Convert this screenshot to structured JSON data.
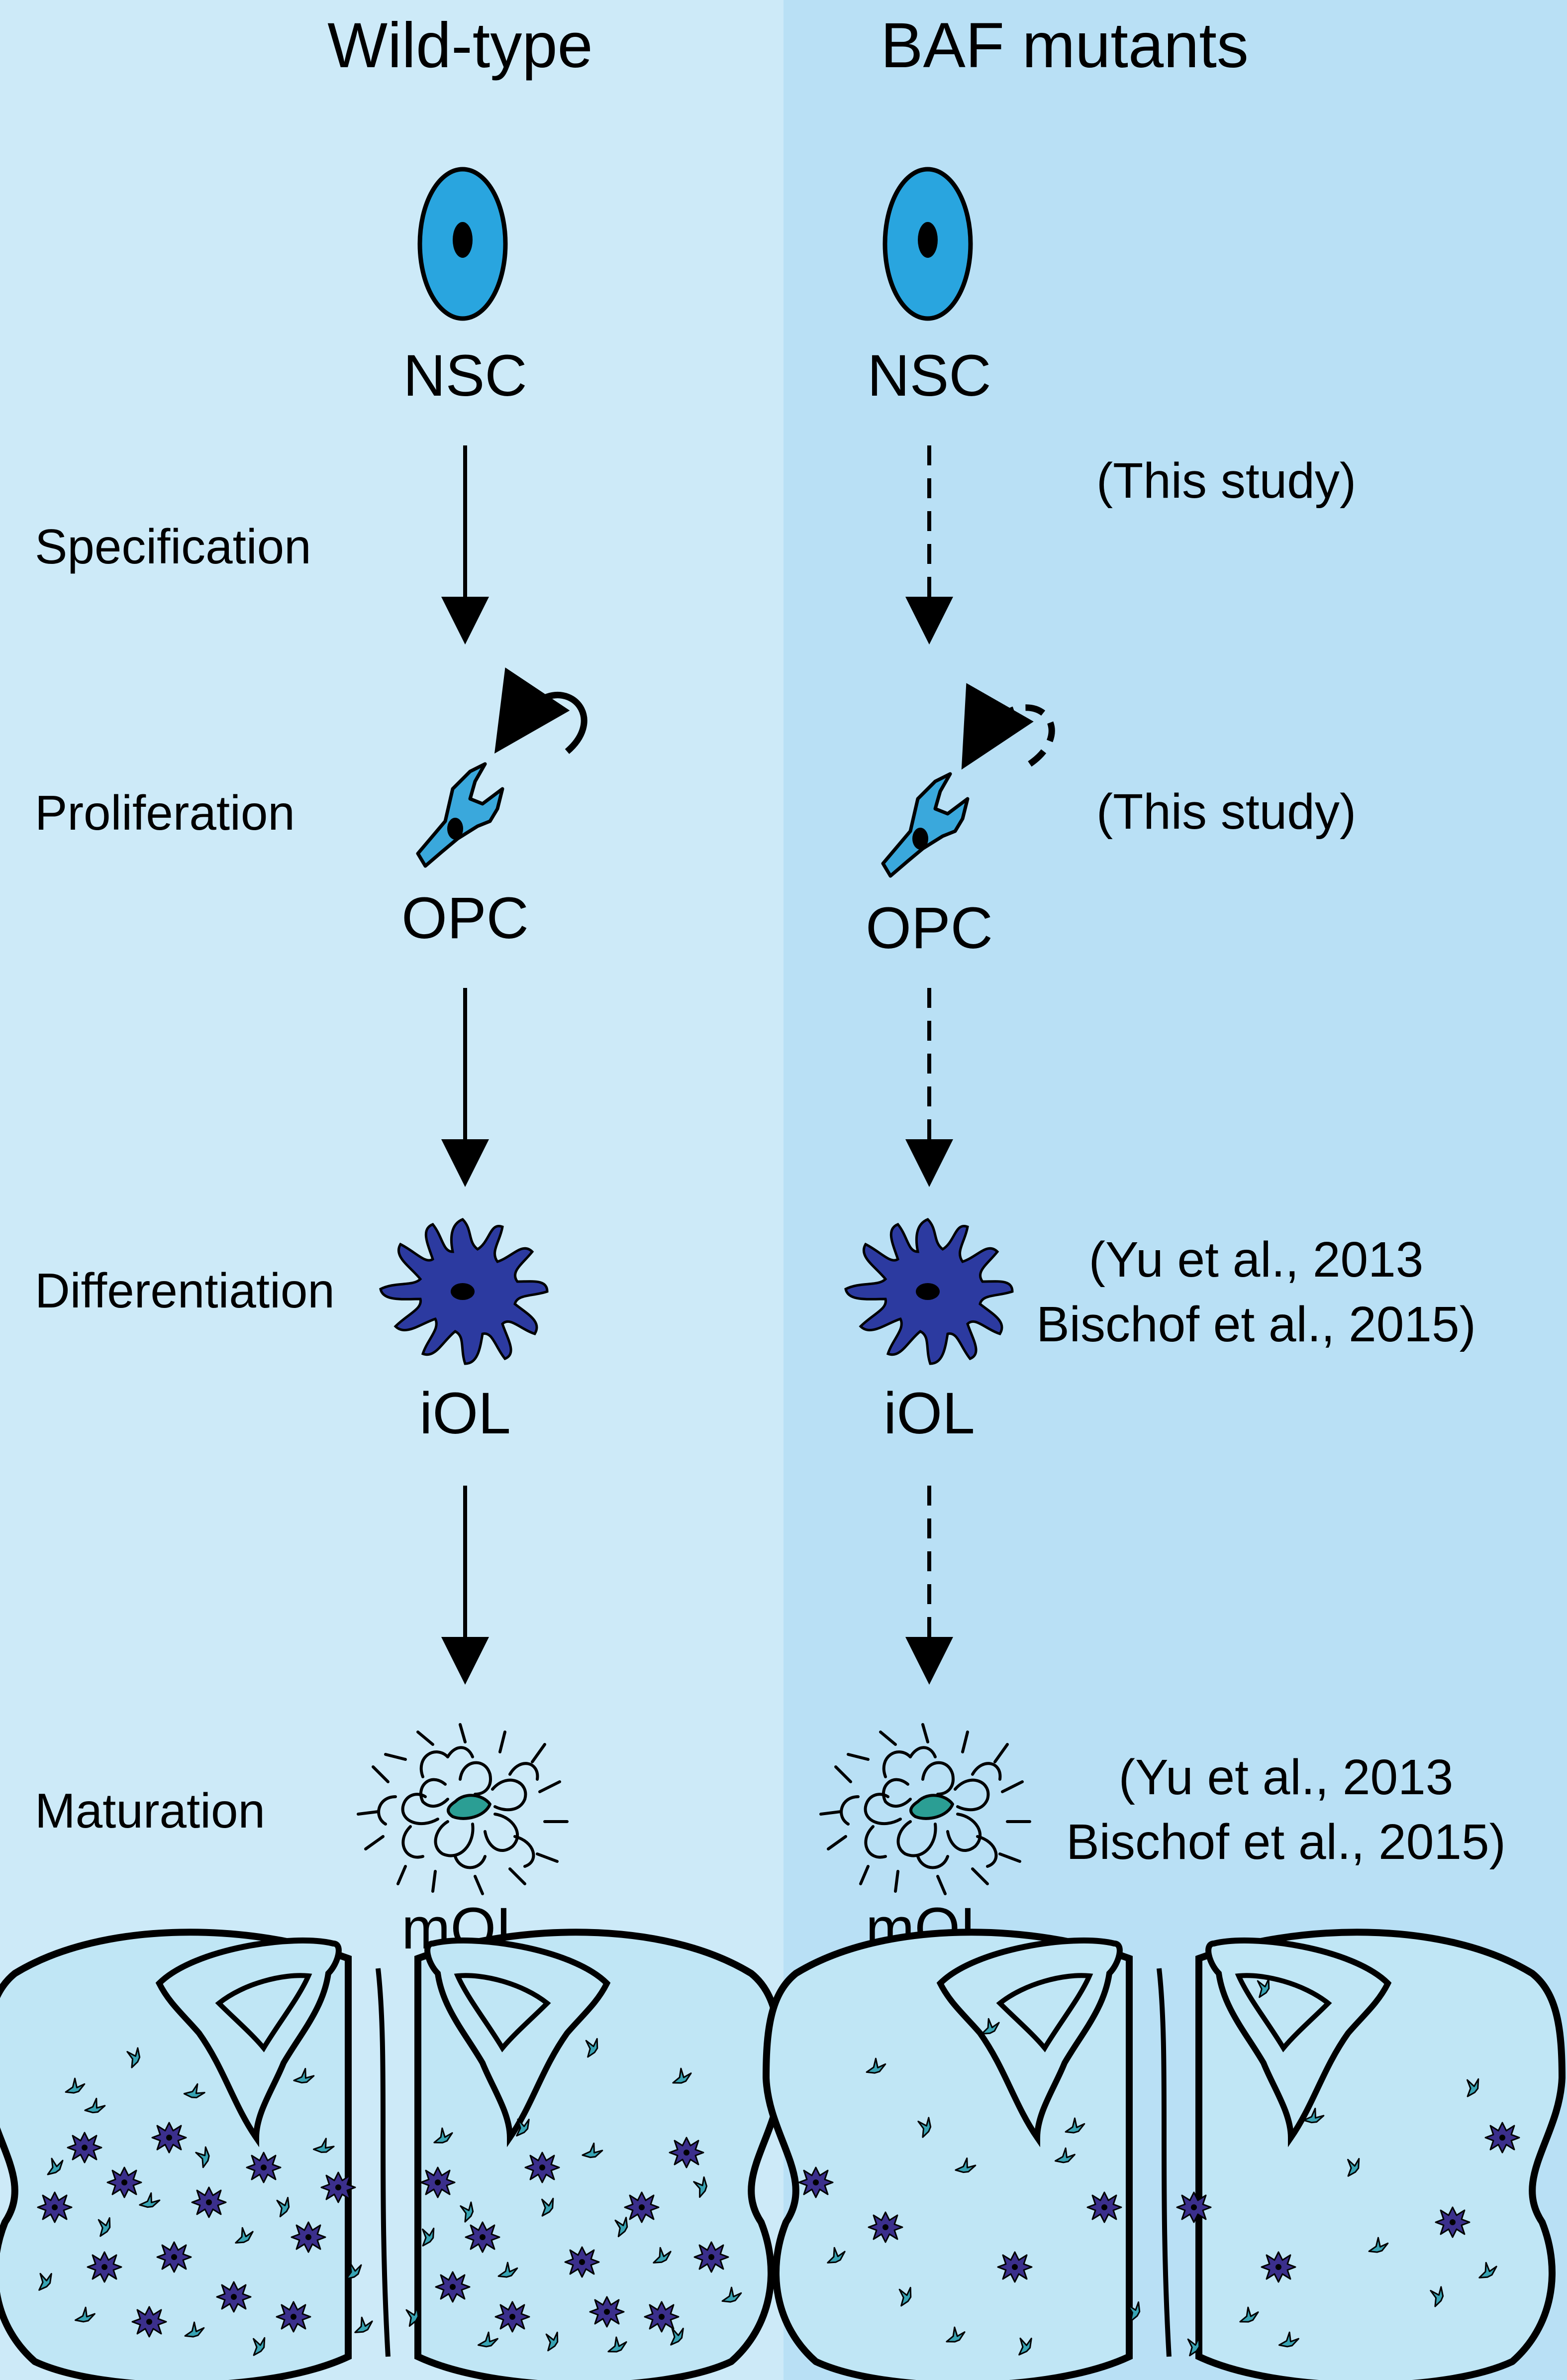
{
  "columns": {
    "left": {
      "title": "Wild-type"
    },
    "right": {
      "title": "BAF mutants"
    }
  },
  "cells": {
    "nsc": "NSC",
    "opc": "OPC",
    "iol": "iOL",
    "mol": "mOL"
  },
  "stages": {
    "specification": "Specification",
    "proliferation": "Proliferation",
    "differentiation": "Differentiation",
    "maturation": "Maturation"
  },
  "references": {
    "spec": "(This study)",
    "prolif": "(This study)",
    "diff_line1": "(Yu et al., 2013",
    "diff_line2": "Bischof et al., 2015)",
    "mat_line1": "(Yu et al., 2013",
    "mat_line2": "Bischof et al., 2015)"
  },
  "colors": {
    "left_panel_bg": "#cdeaf8",
    "right_panel_bg": "#b9e0f5",
    "nsc_blue": "#29a5df",
    "opc_blue": "#3aa8dc",
    "iol_navy": "#2c3aa0",
    "mol_teal": "#2b9e94",
    "brain_opc": "#37a3b3",
    "brain_iol": "#3b2f8c"
  },
  "arrows": {
    "left_style": "solid",
    "right_style": "dashed"
  },
  "brain_sections": {
    "left_density": "high",
    "right_density": "low"
  }
}
